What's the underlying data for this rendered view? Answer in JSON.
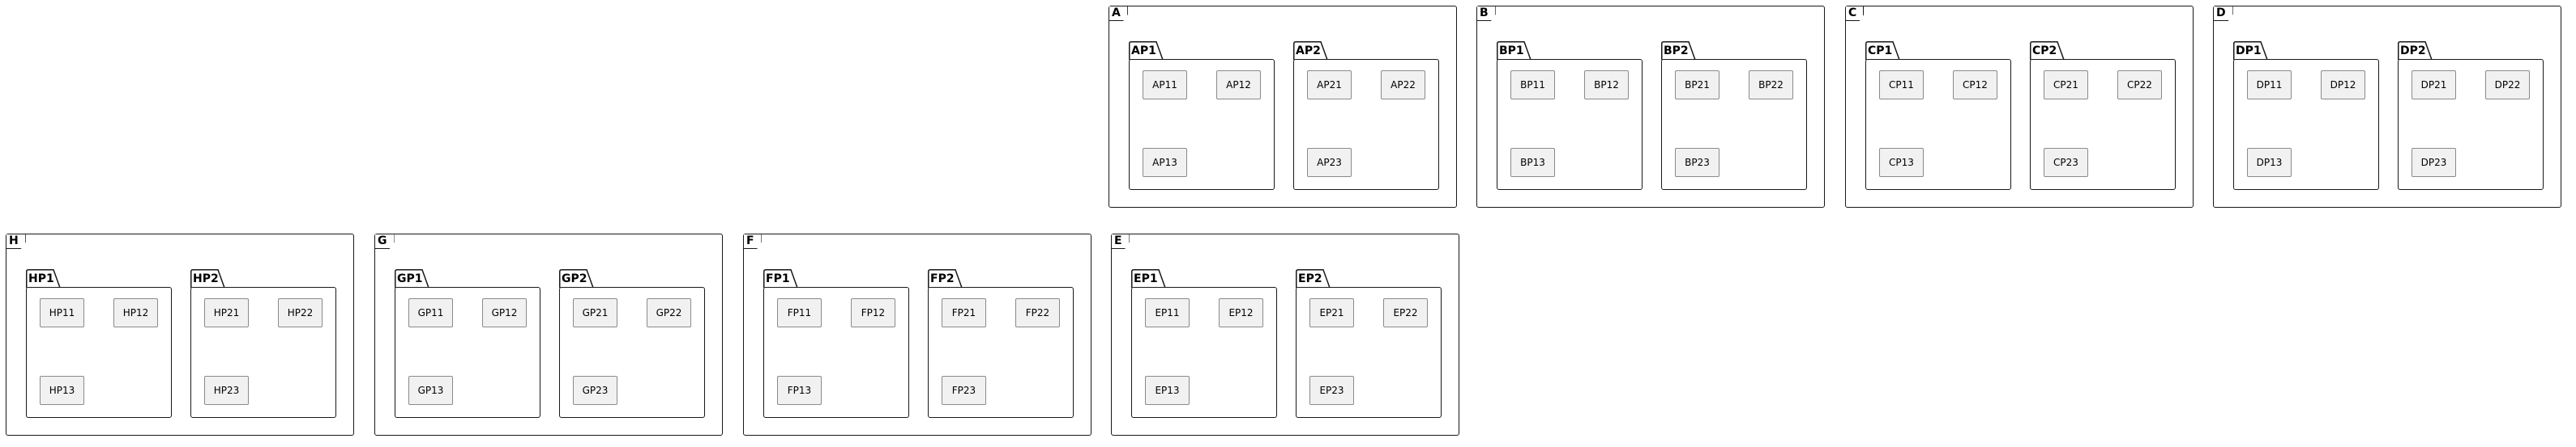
{
  "colors": {
    "border": "#181818",
    "component_fill": "#f1f1f1",
    "component_border": "#8a8a8a"
  },
  "frames": [
    {
      "label": "A",
      "packages": [
        {
          "label": "AP1",
          "components": [
            "AP11",
            "AP12",
            "AP13"
          ]
        },
        {
          "label": "AP2",
          "components": [
            "AP21",
            "AP22",
            "AP23"
          ]
        }
      ]
    },
    {
      "label": "B",
      "packages": [
        {
          "label": "BP1",
          "components": [
            "BP11",
            "BP12",
            "BP13"
          ]
        },
        {
          "label": "BP2",
          "components": [
            "BP21",
            "BP22",
            "BP23"
          ]
        }
      ]
    },
    {
      "label": "C",
      "packages": [
        {
          "label": "CP1",
          "components": [
            "CP11",
            "CP12",
            "CP13"
          ]
        },
        {
          "label": "CP2",
          "components": [
            "CP21",
            "CP22",
            "CP23"
          ]
        }
      ]
    },
    {
      "label": "D",
      "packages": [
        {
          "label": "DP1",
          "components": [
            "DP11",
            "DP12",
            "DP13"
          ]
        },
        {
          "label": "DP2",
          "components": [
            "DP21",
            "DP22",
            "DP23"
          ]
        }
      ]
    },
    {
      "label": "H",
      "packages": [
        {
          "label": "HP1",
          "components": [
            "HP11",
            "HP12",
            "HP13"
          ]
        },
        {
          "label": "HP2",
          "components": [
            "HP21",
            "HP22",
            "HP23"
          ]
        }
      ]
    },
    {
      "label": "G",
      "packages": [
        {
          "label": "GP1",
          "components": [
            "GP11",
            "GP12",
            "GP13"
          ]
        },
        {
          "label": "GP2",
          "components": [
            "GP21",
            "GP22",
            "GP23"
          ]
        }
      ]
    },
    {
      "label": "F",
      "packages": [
        {
          "label": "FP1",
          "components": [
            "FP11",
            "FP12",
            "FP13"
          ]
        },
        {
          "label": "FP2",
          "components": [
            "FP21",
            "FP22",
            "FP23"
          ]
        }
      ]
    },
    {
      "label": "E",
      "packages": [
        {
          "label": "EP1",
          "components": [
            "EP11",
            "EP12",
            "EP13"
          ]
        },
        {
          "label": "EP2",
          "components": [
            "EP21",
            "EP22",
            "EP23"
          ]
        }
      ]
    }
  ]
}
